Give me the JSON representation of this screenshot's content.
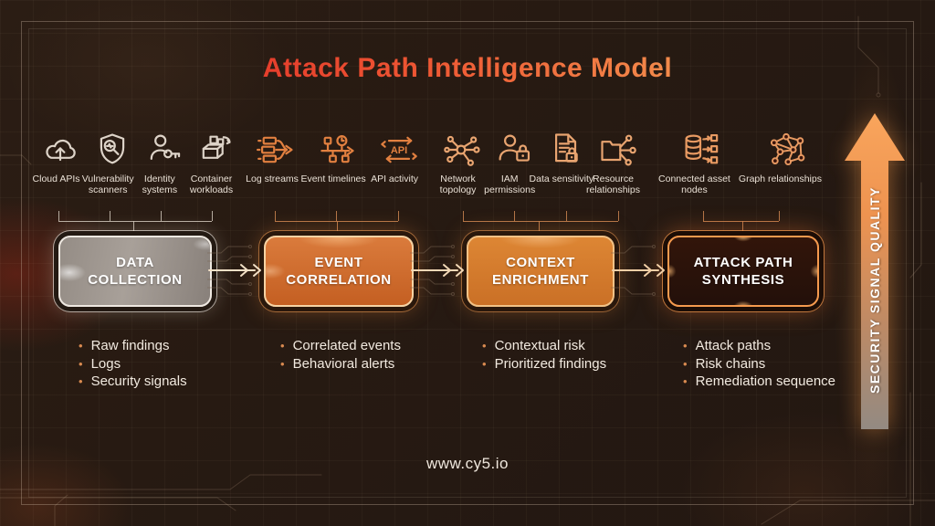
{
  "page": {
    "title": "Attack Path Intelligence Model",
    "footer_url": "www.cy5.io"
  },
  "colors": {
    "background": "#271a12",
    "title_gradient_start": "#e03028",
    "title_gradient_end": "#f49a52",
    "accent_orange": "#e07b35",
    "box_data_collection_fill": "#9a928b",
    "box_event_correlation_fill": "#d0692e",
    "box_context_enrichment_fill": "#d67b2c",
    "box_attack_path_border": "#f59a4e",
    "bullet_text": "#f2eae0",
    "side_arrow_top": "#f9a55c",
    "side_arrow_bottom": "#938a82"
  },
  "side_arrow": {
    "label": "SECURITY SIGNAL QUALITY"
  },
  "stages": [
    {
      "box_label": "DATA COLLECTION",
      "sources": [
        {
          "icon": "cloud-upload-icon",
          "label": "Cloud APIs"
        },
        {
          "icon": "shield-scan-icon",
          "label": "Vulnerability scanners"
        },
        {
          "icon": "identity-key-icon",
          "label": "Identity systems"
        },
        {
          "icon": "container-workloads-icon",
          "label": "Container workloads"
        }
      ],
      "outputs": [
        "Raw findings",
        "Logs",
        "Security signals"
      ]
    },
    {
      "box_label": "EVENT CORRELATION",
      "sources": [
        {
          "icon": "log-streams-icon",
          "label": "Log streams"
        },
        {
          "icon": "event-timeline-icon",
          "label": "Event timelines"
        },
        {
          "icon": "api-activity-icon",
          "label": "API activity"
        }
      ],
      "outputs": [
        "Correlated events",
        "Behavioral alerts"
      ]
    },
    {
      "box_label": "CONTEXT ENRICHMENT",
      "sources": [
        {
          "icon": "network-topology-icon",
          "label": "Network topology"
        },
        {
          "icon": "iam-lock-icon",
          "label": "IAM permissions"
        },
        {
          "icon": "data-sensitivity-icon",
          "label": "Data sensitivity"
        },
        {
          "icon": "resource-relationships-icon",
          "label": "Resource relationships"
        }
      ],
      "outputs": [
        "Contextual risk",
        "Prioritized findings"
      ]
    },
    {
      "box_label": "ATTACK PATH SYNTHESIS",
      "sources": [
        {
          "icon": "asset-nodes-icon",
          "label": "Connected asset nodes"
        },
        {
          "icon": "graph-relationships-icon",
          "label": "Graph relationships"
        }
      ],
      "outputs": [
        "Attack paths",
        "Risk chains",
        "Remediation sequence"
      ]
    }
  ]
}
